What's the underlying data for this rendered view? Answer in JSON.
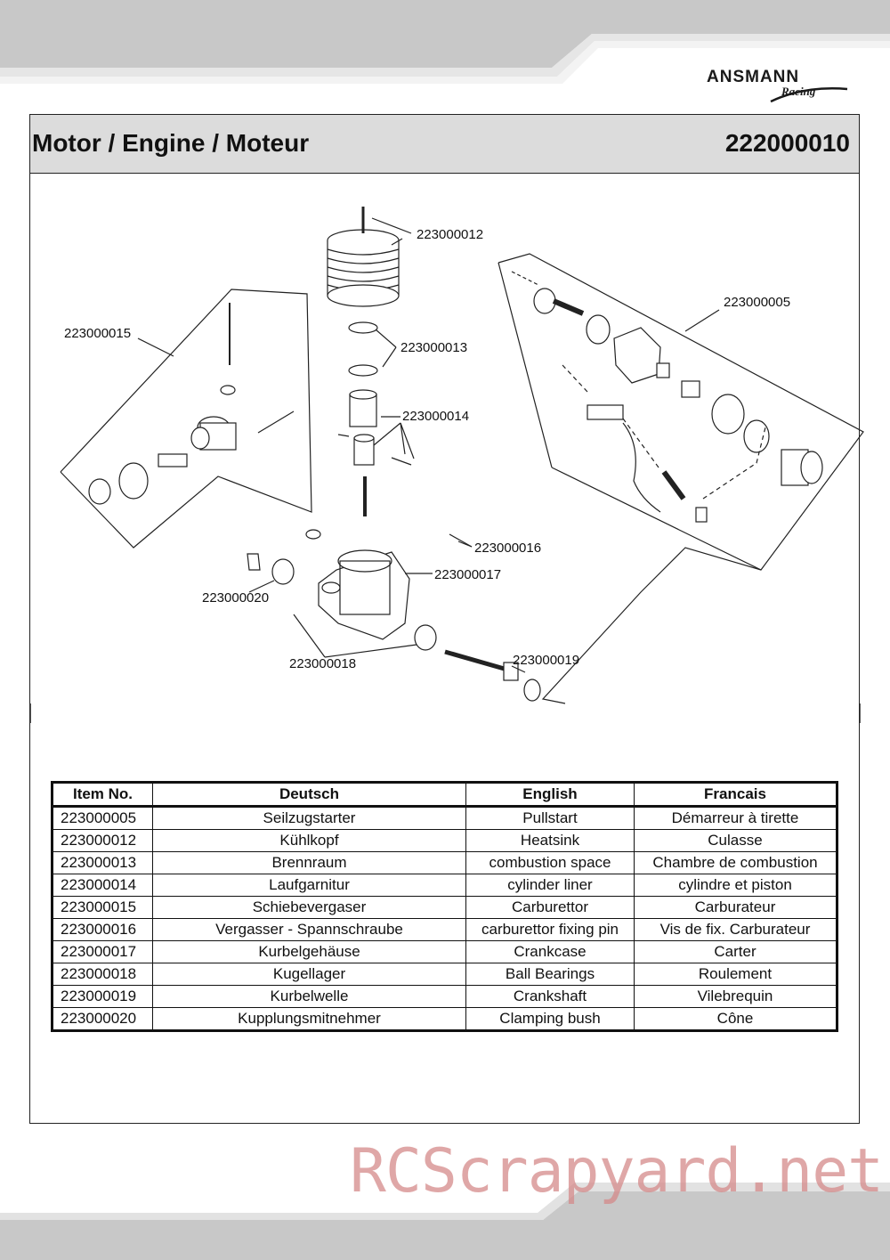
{
  "brand": {
    "name": "ANSMANN",
    "sub": "Racing"
  },
  "header": {
    "title": "Motor / Engine / Moteur",
    "number": "222000010"
  },
  "diagram": {
    "callouts": [
      "223000012",
      "223000005",
      "223000015",
      "223000013",
      "223000014",
      "223000016",
      "223000017",
      "223000020",
      "223000018",
      "223000019"
    ]
  },
  "parts_table": {
    "headers": [
      "Item No.",
      "Deutsch",
      "English",
      "Francais"
    ],
    "rows": [
      [
        "223000005",
        "Seilzugstarter",
        "Pullstart",
        "Démarreur à tirette"
      ],
      [
        "223000012",
        "Kühlkopf",
        "Heatsink",
        "Culasse"
      ],
      [
        "223000013",
        "Brennraum",
        "combustion space",
        "Chambre de combustion"
      ],
      [
        "223000014",
        "Laufgarnitur",
        "cylinder liner",
        "cylindre et piston"
      ],
      [
        "223000015",
        "Schiebevergaser",
        "Carburettor",
        "Carburateur"
      ],
      [
        "223000016",
        "Vergasser - Spannschraube",
        "carburettor fixing pin",
        "Vis de fix. Carburateur"
      ],
      [
        "223000017",
        "Kurbelgehäuse",
        "Crankcase",
        "Carter"
      ],
      [
        "223000018",
        "Kugellager",
        "Ball Bearings",
        "Roulement"
      ],
      [
        "223000019",
        "Kurbelwelle",
        "Crankshaft",
        "Vilebrequin"
      ],
      [
        "223000020",
        "Kupplungsmitnehmer",
        "Clamping bush",
        "Cône"
      ]
    ]
  },
  "watermark": "RCScrapyard.net"
}
